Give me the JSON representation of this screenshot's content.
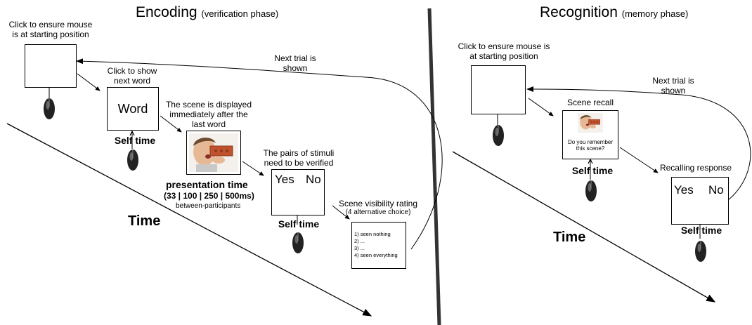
{
  "encoding": {
    "title": "Encoding",
    "subtitle": "(verification phase)",
    "start_note": "Click to ensure mouse is at starting position",
    "next_trial": "Next trial is shown",
    "click_next_word": "Click to show next word",
    "word": "Word",
    "self_time_1": "Self time",
    "scene_note": "The scene is displayed immediately after the last word",
    "presentation_time": "presentation time",
    "presentation_values": "(33 | 100 | 250 | 500ms)",
    "between": "between-participants",
    "pairs_note": "The pairs of stimuli need to be verified",
    "yes": "Yes",
    "no": "No",
    "self_time_2": "Self time",
    "rating_title": "Scene visibility rating",
    "rating_sub": "(4 alternative choice)",
    "rating_options": [
      "1) seen nothing",
      "2) ...",
      "3) ...",
      "4) seen everything"
    ],
    "time": "Time"
  },
  "recognition": {
    "title": "Recognition",
    "subtitle": "(memory phase)",
    "start_note": "Click to ensure mouse is at starting position",
    "next_trial": "Next trial is shown",
    "scene_recall": "Scene recall",
    "question": "Do you remember this scene?",
    "self_time_1": "Self time",
    "recall_response": "Recalling response",
    "yes": "Yes",
    "no": "No",
    "self_time_2": "Self time",
    "time": "Time"
  }
}
